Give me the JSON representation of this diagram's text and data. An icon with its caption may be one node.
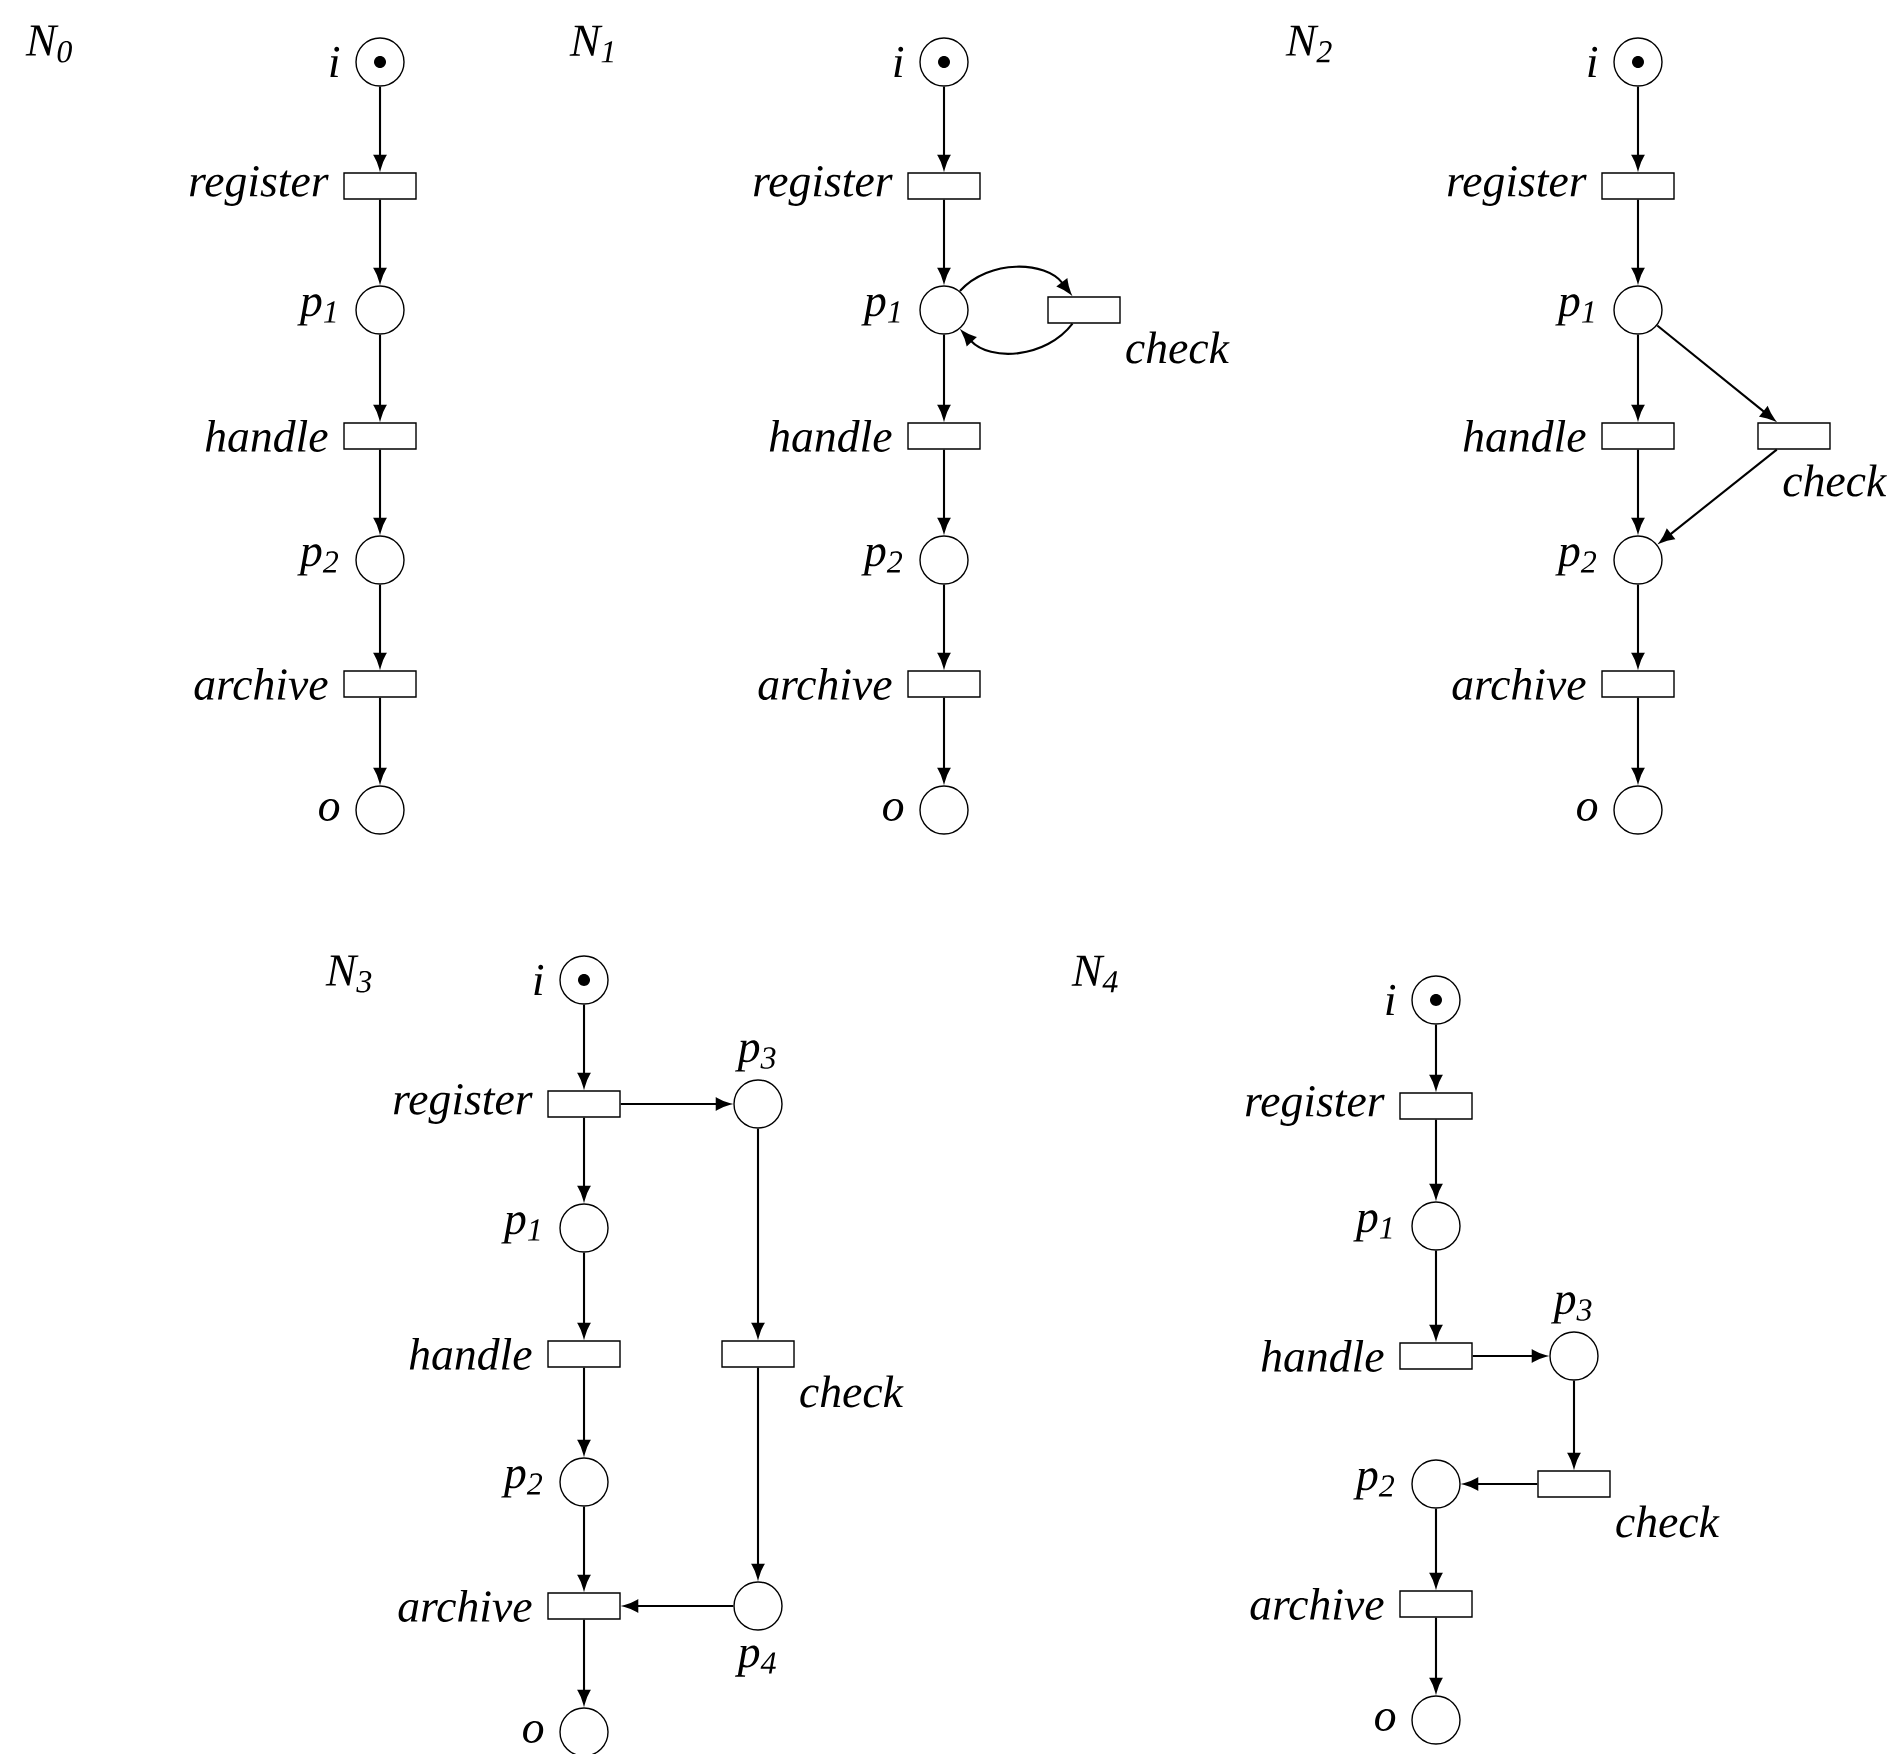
{
  "diagram": {
    "nodes": [
      {
        "text": [],
        "shape": "circle",
        "beside": [
          "i"
        ]
      },
      {
        "text": [],
        "shape": "box",
        "beside": [
          "register"
        ]
      },
      {
        "text": [],
        "shape": "circle",
        "beside": [
          "p$_{1}$"
        ]
      },
      {
        "text": [],
        "shape": "box",
        "beside": [
          "handle"
        ]
      },
      {
        "text": [],
        "shape": "circle",
        "beside": [
          "p$_{2}$"
        ]
      },
      {
        "text": [],
        "shape": "box",
        "beside": [
          "archive"
        ]
      },
      {
        "text": [],
        "shape": "circle",
        "beside": [
          "o"
        ]
      },
      {
        "text": [],
        "shape": "circle",
        "beside": [
          "i"
        ]
      },
      {
        "text": [],
        "shape": "box",
        "beside": [
          "register"
        ]
      },
      {
        "text": [],
        "shape": "circle",
        "beside": [
          "p$_{1}$"
        ]
      },
      {
        "text": [],
        "shape": "box",
        "beside": [
          "check"
        ]
      },
      {
        "text": [],
        "shape": "box",
        "beside": [
          "handle"
        ]
      },
      {
        "text": [],
        "shape": "circle",
        "beside": [
          "p$_{2}$"
        ]
      },
      {
        "text": [],
        "shape": "box",
        "beside": [
          "archive"
        ]
      },
      {
        "text": [],
        "shape": "circle",
        "beside": [
          "o"
        ]
      },
      {
        "text": [],
        "shape": "circle",
        "beside": [
          "i"
        ]
      },
      {
        "text": [],
        "shape": "box",
        "beside": [
          "register"
        ]
      },
      {
        "text": [],
        "shape": "circle",
        "beside": [
          "p$_{1}$"
        ]
      },
      {
        "text": [],
        "shape": "box",
        "beside": [
          "handle"
        ]
      },
      {
        "text": [],
        "shape": "box",
        "beside": [
          "check"
        ]
      },
      {
        "text": [],
        "shape": "circle",
        "beside": [
          "p$_{2}$"
        ]
      },
      {
        "text": [],
        "shape": "box",
        "beside": [
          "archive"
        ]
      },
      {
        "text": [],
        "shape": "circle",
        "beside": [
          "o"
        ]
      },
      {
        "text": [],
        "shape": "circle",
        "beside": [
          "i"
        ]
      },
      {
        "text": [],
        "shape": "box",
        "beside": [
          "register"
        ]
      },
      {
        "text": [],
        "shape": "circle",
        "beside": [
          "p$_{3}$"
        ]
      },
      {
        "text": [],
        "shape": "circle",
        "beside": [
          "p$_{1}$"
        ]
      },
      {
        "text": [],
        "shape": "box",
        "beside": [
          "handle"
        ]
      },
      {
        "text": [],
        "shape": "box",
        "beside": [
          "check"
        ]
      },
      {
        "text": [],
        "shape": "circle",
        "beside": [
          "p$_{2}$"
        ]
      },
      {
        "text": [],
        "shape": "box",
        "beside": [
          "archive"
        ]
      },
      {
        "text": [],
        "shape": "circle",
        "beside": [
          "p$_{4}$"
        ]
      },
      {
        "text": [],
        "shape": "circle",
        "beside": [
          "o"
        ]
      },
      {
        "text": [],
        "shape": "circle",
        "beside": [
          "i"
        ]
      },
      {
        "text": [],
        "shape": "box",
        "beside": [
          "register"
        ]
      },
      {
        "text": [],
        "shape": "circle",
        "beside": [
          "p$_{1}$"
        ]
      },
      {
        "text": [],
        "shape": "box",
        "beside": [
          "handle"
        ]
      },
      {
        "text": [],
        "shape": "circle",
        "beside": [
          "p$_{3}$"
        ]
      },
      {
        "text": [],
        "shape": "circle",
        "beside": [
          "p$_{2}$"
        ]
      },
      {
        "text": [],
        "shape": "box",
        "beside": [
          "check"
        ]
      },
      {
        "text": [],
        "shape": "box",
        "beside": [
          "archive"
        ]
      },
      {
        "text": [],
        "shape": "circle",
        "beside": [
          "o"
        ]
      }
    ],
    "edges": [
      {
        "from": 0,
        "to": 1,
        "arrow": "to"
      },
      {
        "from": 1,
        "to": 2,
        "arrow": "to"
      },
      {
        "from": 2,
        "to": 3,
        "arrow": "to"
      },
      {
        "from": 3,
        "to": 4,
        "arrow": "to"
      },
      {
        "from": 4,
        "to": 5,
        "arrow": "to"
      },
      {
        "from": 5,
        "to": 6,
        "arrow": "to"
      },
      {
        "from": 7,
        "to": 8,
        "arrow": "to"
      },
      {
        "from": 8,
        "to": 9,
        "arrow": "to"
      },
      {
        "from": 9,
        "to": 10,
        "arrow": "to"
      },
      {
        "from": 10,
        "to": 9,
        "arrow": "to"
      },
      {
        "from": 9,
        "to": 11,
        "arrow": "to"
      },
      {
        "from": 11,
        "to": 12,
        "arrow": "to"
      },
      {
        "from": 12,
        "to": 13,
        "arrow": "to"
      },
      {
        "from": 13,
        "to": 14,
        "arrow": "to"
      },
      {
        "from": 15,
        "to": 16,
        "arrow": "to"
      },
      {
        "from": 16,
        "to": 17,
        "arrow": "to"
      },
      {
        "from": 17,
        "to": 18,
        "arrow": "to"
      },
      {
        "from": 17,
        "to": 19,
        "arrow": "to"
      },
      {
        "from": 18,
        "to": 20,
        "arrow": "to"
      },
      {
        "from": 19,
        "to": 20,
        "arrow": "to"
      },
      {
        "from": 20,
        "to": 21,
        "arrow": "to"
      },
      {
        "from": 21,
        "to": 22,
        "arrow": "to"
      },
      {
        "from": 23,
        "to": 24,
        "arrow": "to"
      },
      {
        "from": 24,
        "to": 26,
        "arrow": "to"
      },
      {
        "from": 24,
        "to": 25,
        "arrow": "to"
      },
      {
        "from": 26,
        "to": 27,
        "arrow": "to"
      },
      {
        "from": 27,
        "to": 29,
        "arrow": "to"
      },
      {
        "from": 25,
        "to": 28,
        "arrow": "to"
      },
      {
        "from": 28,
        "to": 31,
        "arrow": "to"
      },
      {
        "from": 29,
        "to": 30,
        "arrow": "to"
      },
      {
        "from": 31,
        "to": 30,
        "arrow": "to"
      },
      {
        "from": 30,
        "to": 32,
        "arrow": "to"
      },
      {
        "from": 33,
        "to": 34,
        "arrow": "to"
      },
      {
        "from": 34,
        "to": 35,
        "arrow": "to"
      },
      {
        "from": 35,
        "to": 36,
        "arrow": "to"
      },
      {
        "from": 36,
        "to": 37,
        "arrow": "to"
      },
      {
        "from": 37,
        "to": 39,
        "arrow": "to"
      },
      {
        "from": 39,
        "to": 38,
        "arrow": "to"
      },
      {
        "from": 38,
        "to": 40,
        "arrow": "to"
      },
      {
        "from": 40,
        "to": 41,
        "arrow": "to"
      }
    ],
    "labels": [
      "N$_{0}$",
      "N$_{1}$",
      "N$_{2}$",
      "N$_{3}$",
      "N$_{4}$"
    ]
  }
}
